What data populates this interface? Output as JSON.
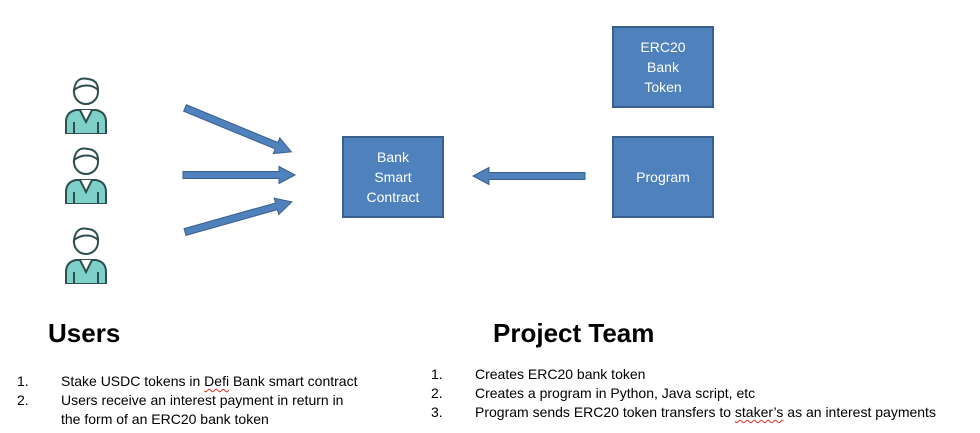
{
  "users": {
    "icons": [
      "person-icon",
      "person-icon",
      "person-icon"
    ],
    "title": "Users",
    "steps": [
      {
        "num": "1.",
        "pre": "Stake USDC tokens in ",
        "mark": "Defi",
        "post": " Bank smart contract"
      },
      {
        "num": "2.",
        "line1": "Users receive an interest payment in return in",
        "line2": "the form of an ERC20 bank token"
      }
    ]
  },
  "bank_contract": {
    "lines": [
      "Bank",
      "Smart",
      "Contract"
    ]
  },
  "erc20_token": {
    "lines": [
      "ERC20",
      "Bank",
      "Token"
    ]
  },
  "program": {
    "lines": [
      "Program"
    ]
  },
  "project_team": {
    "title": "Project Team",
    "steps": [
      {
        "num": "1.",
        "text": "Creates ERC20 bank token"
      },
      {
        "num": "2.",
        "text": "Creates a program in Python, Java script, etc"
      },
      {
        "num": "3.",
        "pre": "Program sends ERC20 token transfers to ",
        "mark": "staker’s",
        "post": " as an interest payments"
      }
    ]
  },
  "colors": {
    "box_fill": "#4f81bd",
    "box_border": "#3a5f8d",
    "arrow_fill": "#4f81bd",
    "person_teal": "#7fd0c8"
  }
}
